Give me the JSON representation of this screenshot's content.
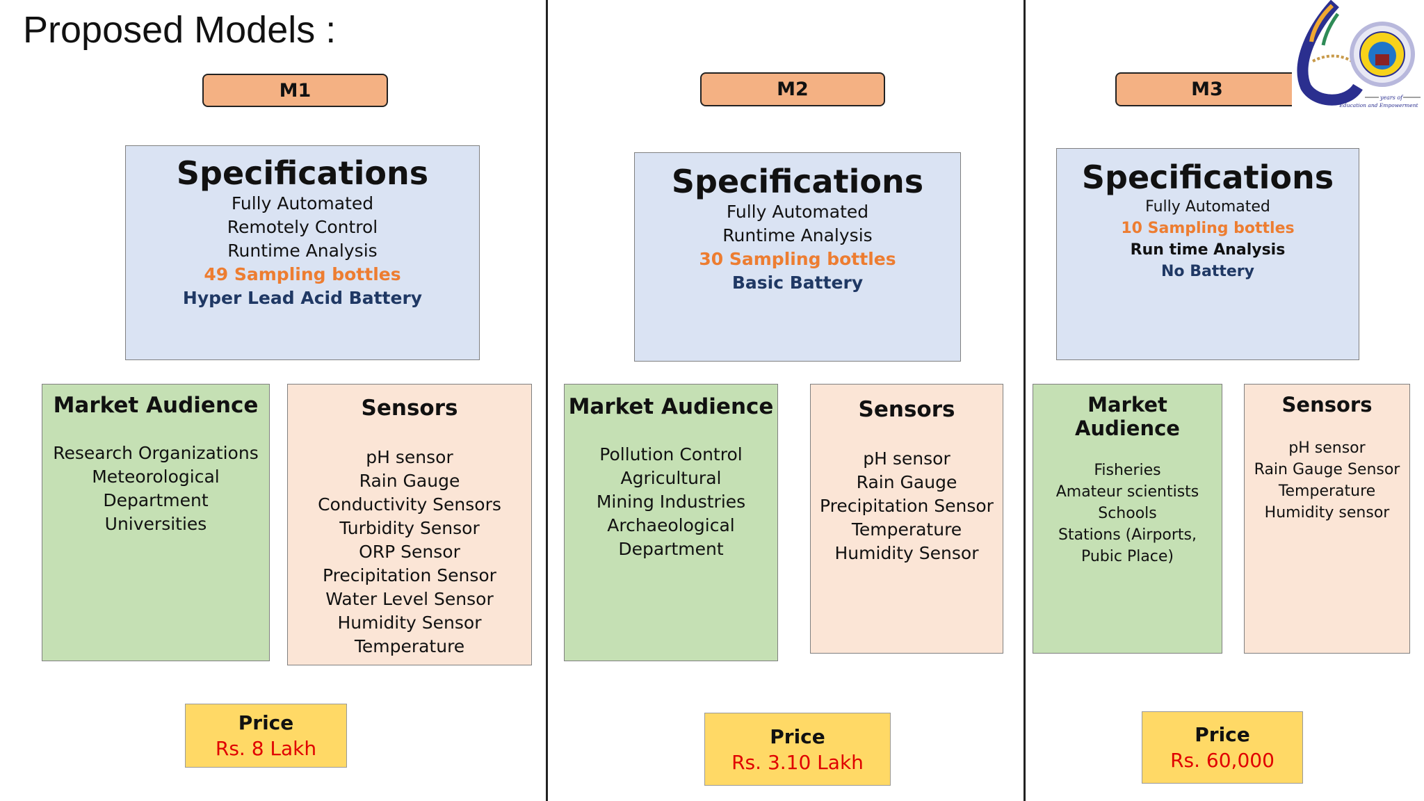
{
  "title": "Proposed Models :",
  "logo": {
    "text_line1": "years of",
    "text_line2": "Education and Empowerment"
  },
  "models": [
    {
      "label": "M1",
      "spec_heading": "Specifications",
      "spec_items": [
        {
          "text": "Fully Automated",
          "style": ""
        },
        {
          "text": "Remotely Control",
          "style": ""
        },
        {
          "text": "Runtime Analysis",
          "style": ""
        },
        {
          "text": "49 Sampling bottles",
          "style": "orange"
        },
        {
          "text": "Hyper Lead Acid Battery",
          "style": "navy"
        }
      ],
      "market_heading": "Market Audience",
      "market_items": [
        "Research Organizations",
        "Meteorological",
        "Department",
        "Universities"
      ],
      "sensors_heading": "Sensors",
      "sensor_items": [
        "pH sensor",
        "Rain Gauge",
        "Conductivity Sensors",
        "Turbidity Sensor",
        "ORP Sensor",
        "Precipitation Sensor",
        "Water Level Sensor",
        "Humidity Sensor",
        "Temperature"
      ],
      "price_label": "Price",
      "price_value": "Rs. 8 Lakh"
    },
    {
      "label": "M2",
      "spec_heading": "Specifications",
      "spec_items": [
        {
          "text": "Fully Automated",
          "style": ""
        },
        {
          "text": "Runtime Analysis",
          "style": ""
        },
        {
          "text": "30 Sampling bottles",
          "style": "orange"
        },
        {
          "text": "Basic Battery",
          "style": "navy"
        }
      ],
      "market_heading": "Market Audience",
      "market_items": [
        "Pollution Control",
        "Agricultural",
        "Mining Industries",
        "Archaeological",
        "Department"
      ],
      "sensors_heading": "Sensors",
      "sensor_items": [
        "pH sensor",
        "Rain Gauge",
        "Precipitation Sensor",
        "Temperature",
        "Humidity Sensor"
      ],
      "price_label": "Price",
      "price_value": "Rs. 3.10 Lakh"
    },
    {
      "label": "M3",
      "spec_heading": "Specifications",
      "spec_items": [
        {
          "text": "Fully Automated",
          "style": ""
        },
        {
          "text": "10 Sampling bottles",
          "style": "orange"
        },
        {
          "text": "Run time Analysis",
          "style": "boldk"
        },
        {
          "text": "No Battery",
          "style": "navy"
        }
      ],
      "market_heading": "Market Audience",
      "market_items": [
        "Fisheries",
        "Amateur scientists",
        "Schools",
        "Stations (Airports,",
        "Pubic Place)"
      ],
      "sensors_heading": "Sensors",
      "sensor_items": [
        "pH sensor",
        "Rain Gauge Sensor",
        "Temperature",
        "Humidity sensor"
      ],
      "price_label": "Price",
      "price_value": "Rs. 60,000"
    }
  ]
}
